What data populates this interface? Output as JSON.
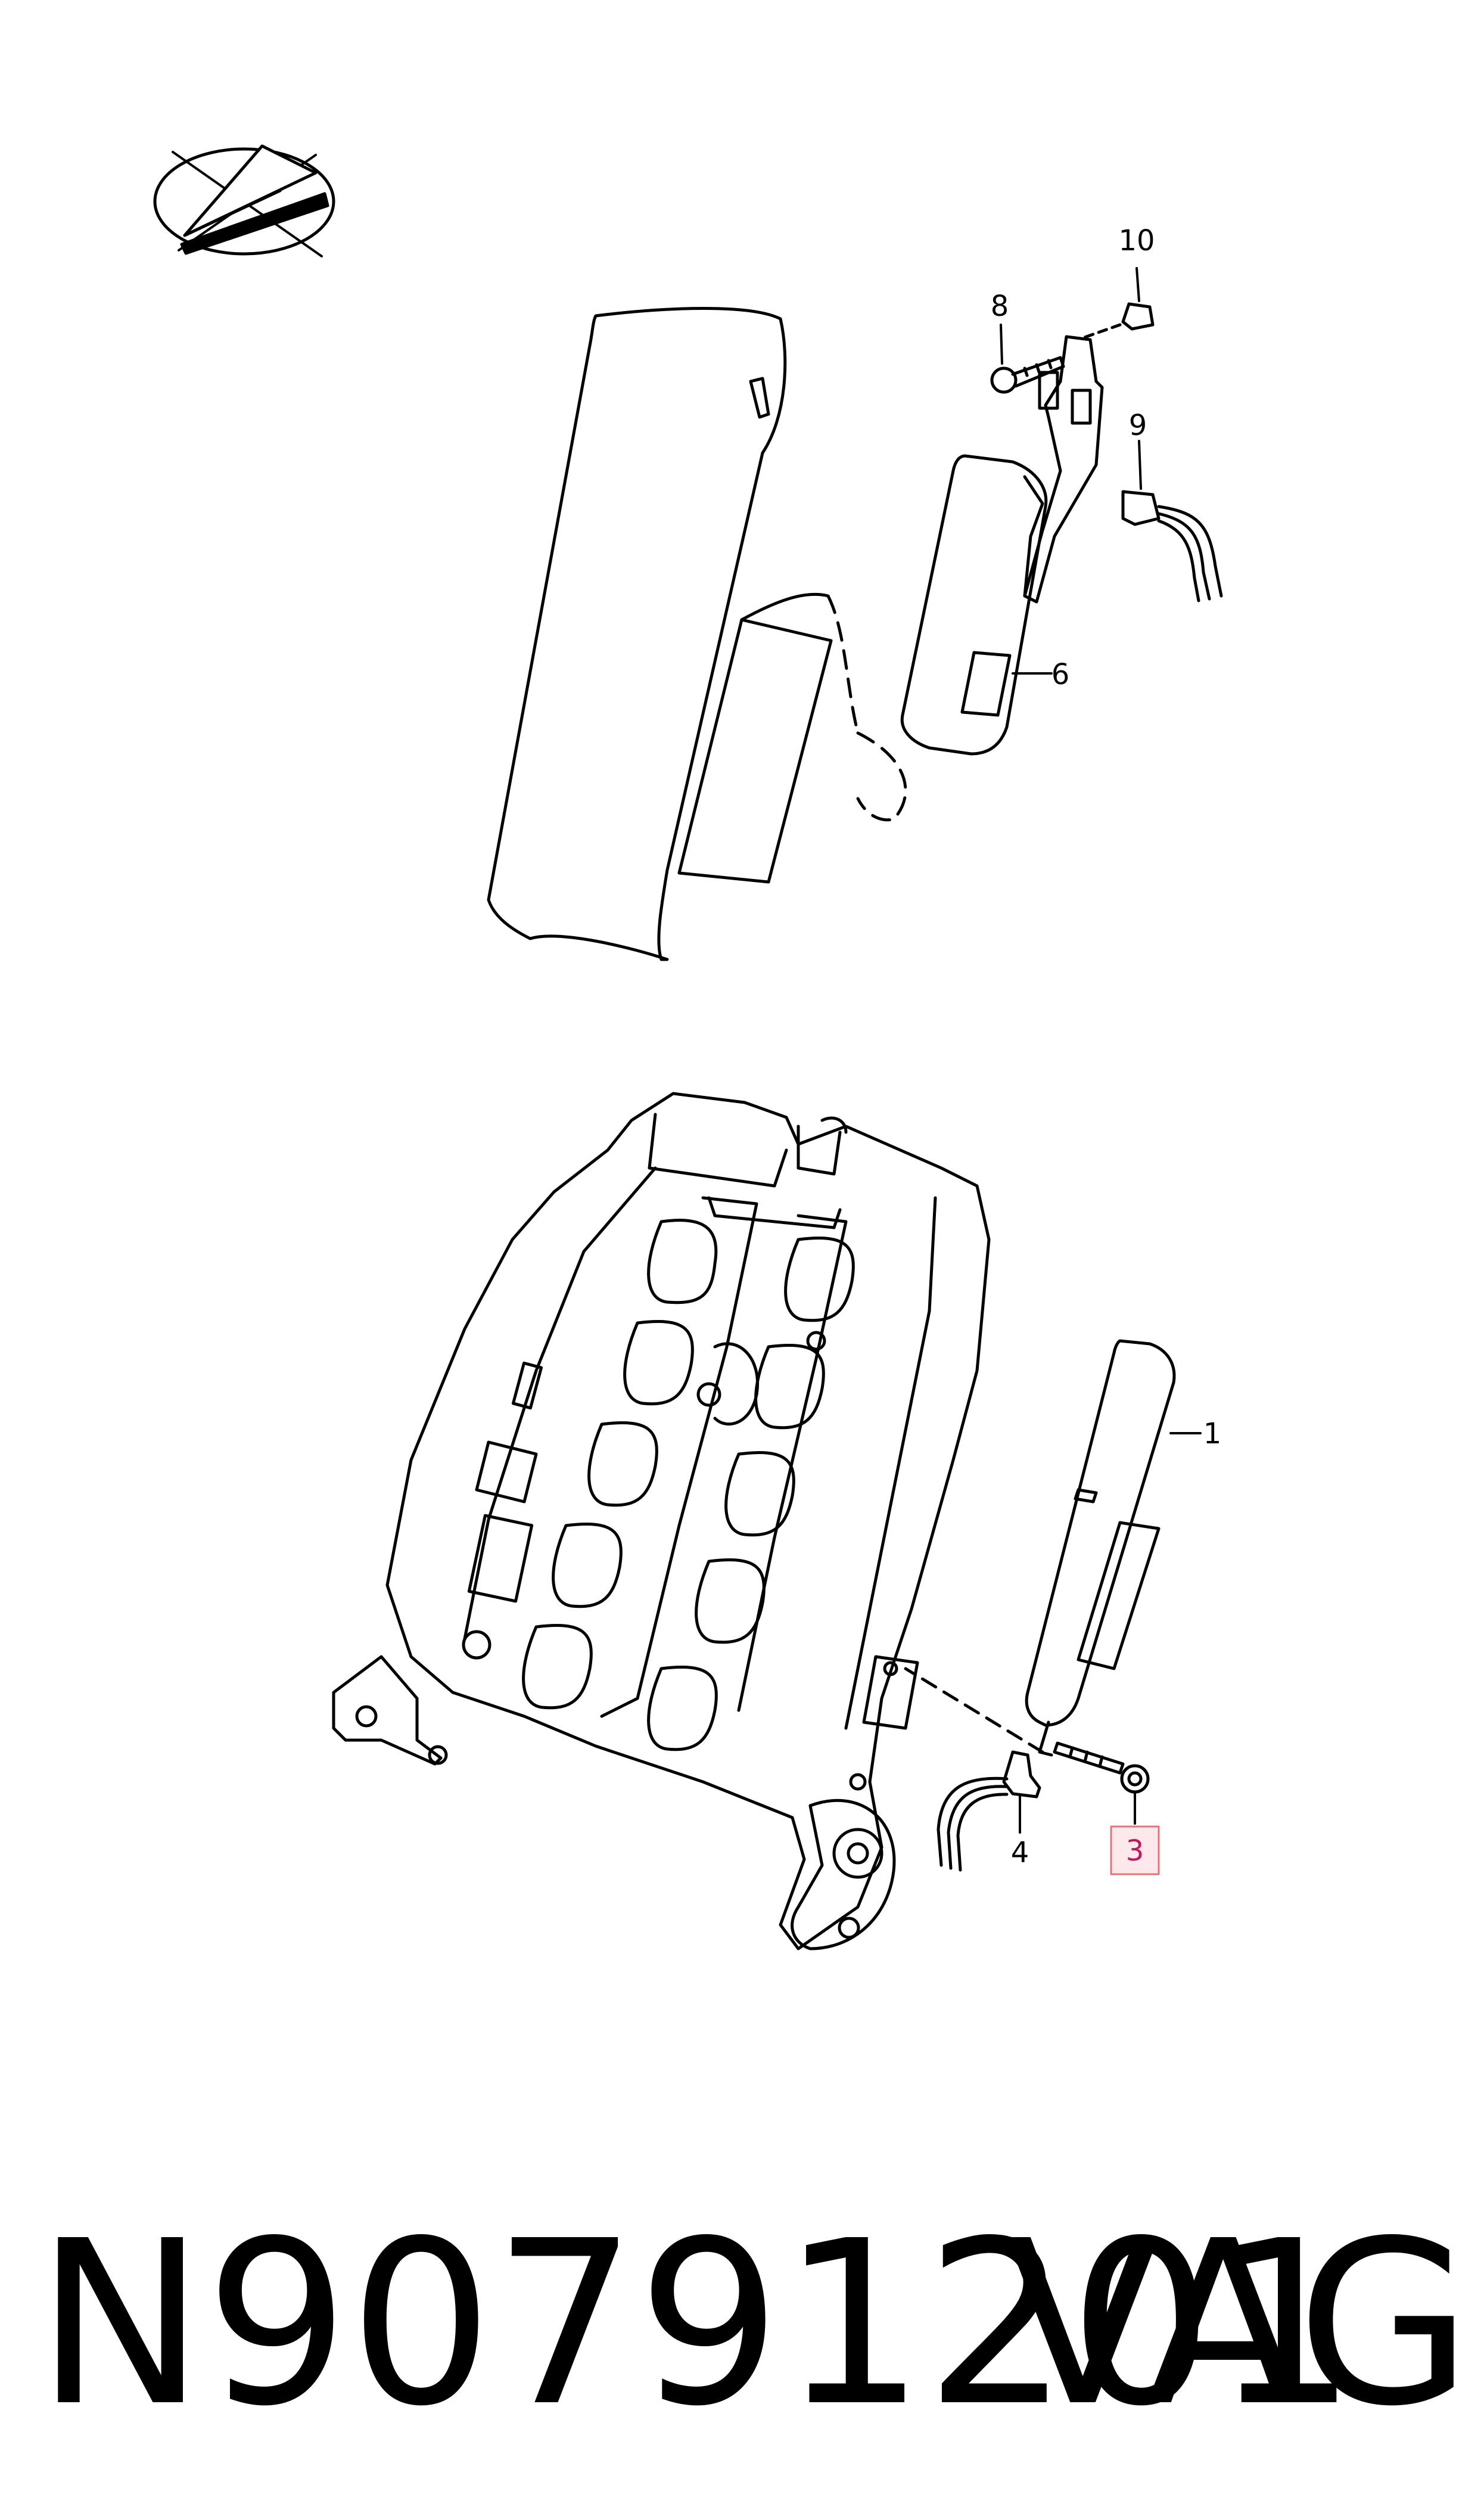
{
  "callouts": [
    {
      "id": "1",
      "label": "1"
    },
    {
      "id": "3",
      "label": "3",
      "highlighted": true
    },
    {
      "id": "4",
      "label": "4"
    },
    {
      "id": "6",
      "label": "6"
    },
    {
      "id": "8",
      "label": "8"
    },
    {
      "id": "9",
      "label": "9"
    },
    {
      "id": "10",
      "label": "10"
    }
  ],
  "footer": {
    "part_number": "N90791201",
    "brand": "VAG"
  },
  "colors": {
    "line": "#000000",
    "highlight_border": "#e57373",
    "highlight_fill": "#fde8ec",
    "highlight_text": "#c2185b"
  },
  "icons": {
    "logo": "paper-plane-oval-logo-icon"
  }
}
